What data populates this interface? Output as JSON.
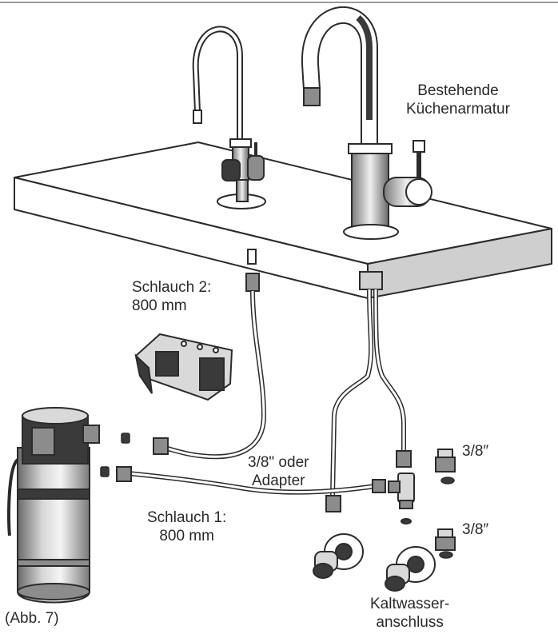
{
  "labels": {
    "existing_faucet": [
      "Bestehende",
      "Küchenarmatur"
    ],
    "hose2": [
      "Schlauch 2:",
      "800 mm"
    ],
    "adapter": [
      "3/8\" oder",
      "Adapter"
    ],
    "hose1": [
      "Schlauch 1:",
      "800 mm"
    ],
    "fitting_top": "3/8″",
    "fitting_bottom": "3/8″",
    "cold_water": [
      "Kaltwasser-",
      "anschluss"
    ],
    "figure_ref": "(Abb. 7)"
  },
  "colors": {
    "line": "#2b2b2b",
    "fill_dark": "#3a3a3a",
    "fill_mid": "#8c8c8c",
    "fill_light": "#d9d9d9"
  }
}
